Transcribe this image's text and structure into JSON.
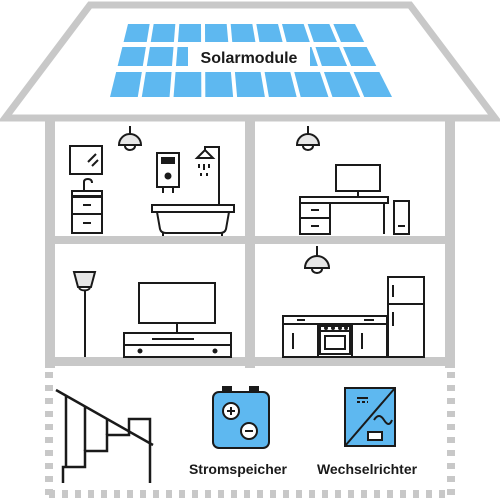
{
  "roof": {
    "panel_label": "Solarmodule"
  },
  "basement": {
    "storage_label": "Stromspeicher",
    "inverter_label": "Wechselrichter"
  },
  "colors": {
    "wall": "#c8c8c8",
    "panel": "#5eb8f0",
    "line": "#1a1a1a",
    "lamp_shade": "#e6e6e6",
    "device_fill": "#5eb8f0",
    "background": "#ffffff"
  },
  "icons": [
    "solar-panel-icon",
    "mirror-icon",
    "sink-icon",
    "water-heater-icon",
    "shower-icon",
    "bathtub-icon",
    "monitor-icon",
    "desk-icon",
    "pc-tower-icon",
    "floor-lamp-icon",
    "tv-icon",
    "tv-bench-icon",
    "kitchen-counter-icon",
    "oven-icon",
    "fridge-icon",
    "pendant-lamp-icon",
    "staircase-icon",
    "battery-storage-icon",
    "inverter-icon"
  ]
}
